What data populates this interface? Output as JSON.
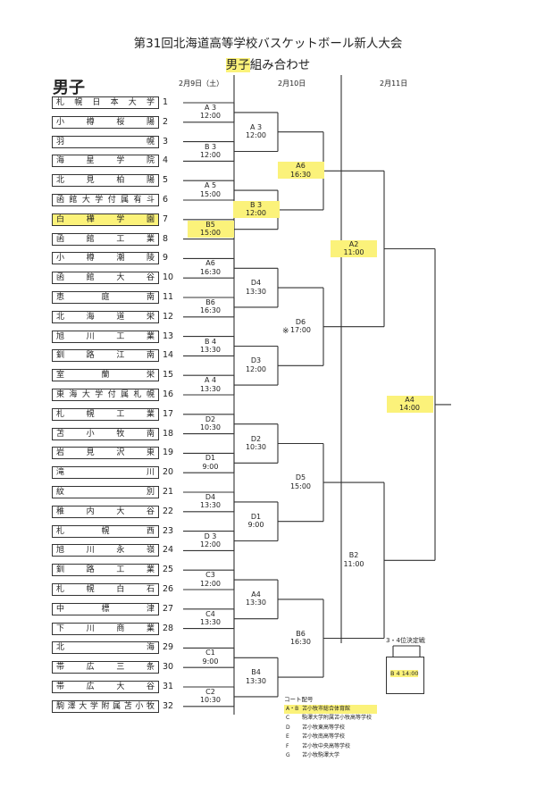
{
  "title": "第31回北海道高等学校バスケットボール新人大会",
  "subtitle": {
    "highlight": "男子",
    "rest": "組み合わせ"
  },
  "section": "男子",
  "days": [
    "2月9日（土）",
    "2月10日",
    "2月11日"
  ],
  "teams": [
    {
      "no": "1",
      "name": "札幌日本大学",
      "hl": false
    },
    {
      "no": "2",
      "name": "小樽桜陽",
      "hl": false
    },
    {
      "no": "3",
      "name": "羽　　　　幌",
      "hl": false
    },
    {
      "no": "4",
      "name": "海星学院",
      "hl": false
    },
    {
      "no": "5",
      "name": "北見柏陽",
      "hl": false
    },
    {
      "no": "6",
      "name": "函館大学付属有斗",
      "hl": false
    },
    {
      "no": "7",
      "name": "白樺学園",
      "hl": true
    },
    {
      "no": "8",
      "name": "函館工業",
      "hl": false
    },
    {
      "no": "9",
      "name": "小樽潮陵",
      "hl": false
    },
    {
      "no": "10",
      "name": "函館大谷",
      "hl": false
    },
    {
      "no": "11",
      "name": "恵庭南",
      "hl": false
    },
    {
      "no": "12",
      "name": "北海道栄",
      "hl": false
    },
    {
      "no": "13",
      "name": "旭川工業",
      "hl": false
    },
    {
      "no": "14",
      "name": "釧路江南",
      "hl": false
    },
    {
      "no": "15",
      "name": "室蘭栄",
      "hl": false
    },
    {
      "no": "16",
      "name": "東海大学付属札幌",
      "hl": false
    },
    {
      "no": "17",
      "name": "札幌工業",
      "hl": false
    },
    {
      "no": "18",
      "name": "苫小牧南",
      "hl": false
    },
    {
      "no": "19",
      "name": "岩見沢東",
      "hl": false
    },
    {
      "no": "20",
      "name": "滝　　　　川",
      "hl": false
    },
    {
      "no": "21",
      "name": "紋　　　　別",
      "hl": false
    },
    {
      "no": "22",
      "name": "稚内大谷",
      "hl": false
    },
    {
      "no": "23",
      "name": "札幌西",
      "hl": false
    },
    {
      "no": "24",
      "name": "旭川永嶺",
      "hl": false
    },
    {
      "no": "25",
      "name": "釧路工業",
      "hl": false
    },
    {
      "no": "26",
      "name": "札幌白石",
      "hl": false
    },
    {
      "no": "27",
      "name": "中標津",
      "hl": false
    },
    {
      "no": "28",
      "name": "下川商業",
      "hl": false
    },
    {
      "no": "29",
      "name": "北　　　　海",
      "hl": false
    },
    {
      "no": "30",
      "name": "帯広三条",
      "hl": false
    },
    {
      "no": "31",
      "name": "帯広大谷",
      "hl": false
    },
    {
      "no": "32",
      "name": "駒澤大学附属苫小牧",
      "hl": false
    }
  ],
  "round1": [
    {
      "court": "A 3",
      "time": "12:00",
      "hl": false
    },
    {
      "court": "B 3",
      "time": "12:00",
      "hl": false
    },
    {
      "court": "A 5",
      "time": "15:00",
      "hl": false
    },
    {
      "court": "B5",
      "time": "15:00",
      "hl": true
    },
    {
      "court": "A6",
      "time": "16:30",
      "hl": false
    },
    {
      "court": "B6",
      "time": "16:30",
      "hl": false
    },
    {
      "court": "B 4",
      "time": "13:30",
      "hl": false
    },
    {
      "court": "A 4",
      "time": "13:30",
      "hl": false
    },
    {
      "court": "D2",
      "time": "10:30",
      "hl": false
    },
    {
      "court": "D1",
      "time": "9:00",
      "hl": false
    },
    {
      "court": "D4",
      "time": "13:30",
      "hl": false
    },
    {
      "court": "D 3",
      "time": "12:00",
      "hl": false
    },
    {
      "court": "C3",
      "time": "12:00",
      "hl": false
    },
    {
      "court": "C4",
      "time": "13:30",
      "hl": false
    },
    {
      "court": "C1",
      "time": "9:00",
      "hl": false
    },
    {
      "court": "C2",
      "time": "10:30",
      "hl": false
    }
  ],
  "round2": [
    {
      "court": "A 3",
      "time": "12:00",
      "hl": false
    },
    {
      "court": "B 3",
      "time": "12:00",
      "hl": true
    },
    {
      "court": "D4",
      "time": "13:30",
      "hl": false
    },
    {
      "court": "D3",
      "time": "12:00",
      "hl": false
    },
    {
      "court": "D2",
      "time": "10:30",
      "hl": false
    },
    {
      "court": "D1",
      "time": "9:00",
      "hl": false
    },
    {
      "court": "A4",
      "time": "13:30",
      "hl": false
    },
    {
      "court": "B4",
      "time": "13:30",
      "hl": false
    }
  ],
  "round3": [
    {
      "court": "A6",
      "time": "16:30",
      "hl": true
    },
    {
      "court": "D6",
      "time": "17:00",
      "hl": false
    },
    {
      "court": "D5",
      "time": "15:00",
      "hl": false
    },
    {
      "court": "B6",
      "time": "16:30",
      "hl": false
    }
  ],
  "round4": [
    {
      "court": "A2",
      "time": "11:00",
      "hl": true
    },
    {
      "court": "B2",
      "time": "11:00",
      "hl": false
    }
  ],
  "final": {
    "court": "A4",
    "time": "14:00",
    "hl": true
  },
  "mark": "※",
  "third_place": {
    "label": "3・4位決定戦",
    "box": "B 4 14:00"
  },
  "legend": {
    "header": "コート配号",
    "rows": [
      {
        "key": "A・B",
        "text": "苫小牧市総合体育館",
        "hl": true
      },
      {
        "key": "C",
        "text": "駒澤大学附属苫小牧高等学校",
        "hl": false
      },
      {
        "key": "D",
        "text": "苫小牧東高等学校",
        "hl": false
      },
      {
        "key": "E",
        "text": "苫小牧南高等学校",
        "hl": false
      },
      {
        "key": "F",
        "text": "苫小牧中央高等学校",
        "hl": false
      },
      {
        "key": "G",
        "text": "苫小牧駒澤大学",
        "hl": false
      }
    ]
  }
}
